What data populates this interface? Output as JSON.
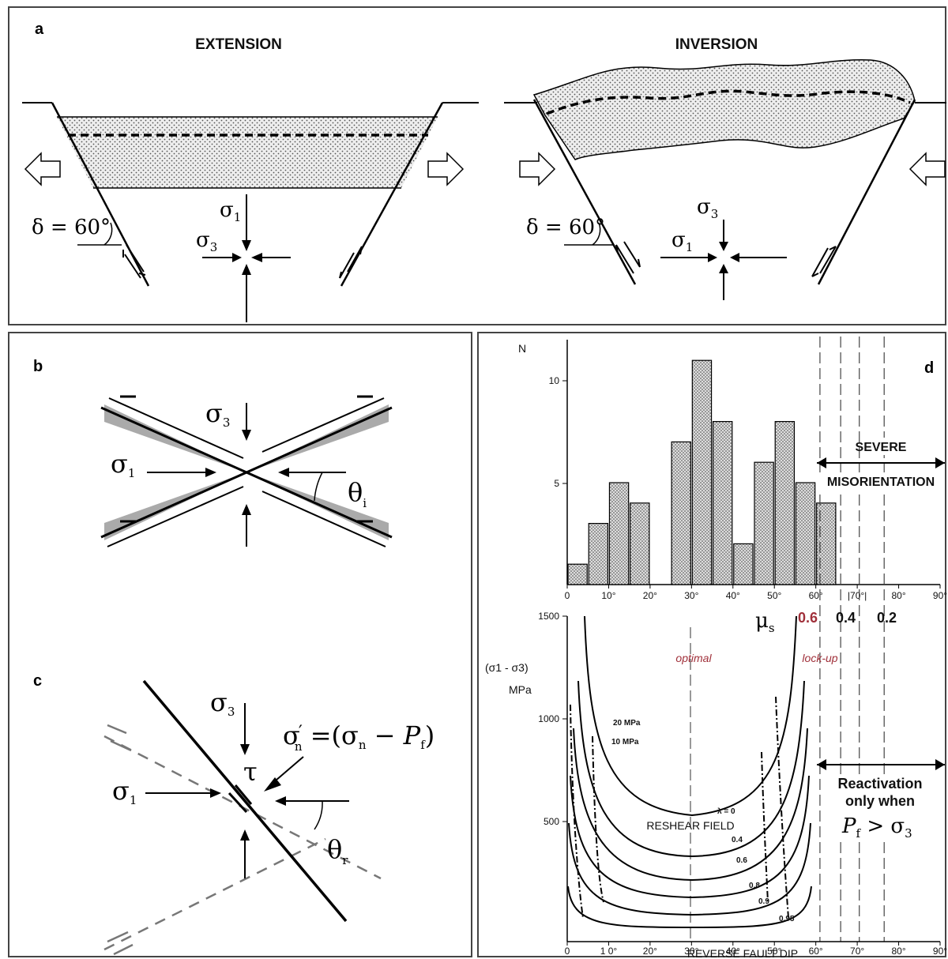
{
  "panel_a": {
    "label": "a",
    "extension_title": "EXTENSION",
    "inversion_title": "INVERSION",
    "dip_label": "δ = 60°",
    "sigma1": "σ",
    "sub1": "1",
    "sub3": "3"
  },
  "panel_b": {
    "label": "b",
    "sigma": "σ",
    "sub1": "1",
    "sub3": "3",
    "theta": "θ",
    "theta_sub": "i"
  },
  "panel_c": {
    "label": "c",
    "sigma": "σ",
    "sub1": "1",
    "sub3": "3",
    "tau": "τ",
    "eq_left": "σ",
    "eq_prime": "′",
    "eq_sub_n": "n",
    "eq_mid": " =(σ",
    "eq_minus": " − ",
    "eq_P": "P",
    "eq_sub_f": "f",
    "eq_close": ")",
    "theta": "θ",
    "theta_sub": "r"
  },
  "panel_d": {
    "label": "d",
    "hist_ylabel": "N",
    "hist_yticks": [
      "5",
      "10"
    ],
    "severe_label_1": "SEVERE",
    "severe_label_2": "MISORIENTATION",
    "mu_symbol": "μ",
    "mu_sub": "s",
    "mu_values": [
      "0.6",
      "0.4",
      "0.2"
    ],
    "xticks_top": [
      "0",
      "10°",
      "20°",
      "30°",
      "40°",
      "50°",
      "60°",
      "|70°|",
      "80°",
      "90°"
    ],
    "xticks_bottom": [
      "0",
      "1 0°",
      "20°",
      "30°",
      "40°",
      "50°",
      "60°",
      "70°",
      "80°",
      "90°"
    ],
    "curve_ylabel": "(σ1 - σ3)",
    "curve_yunit": "MPa",
    "curve_yticks": [
      "500",
      "1000",
      "1500"
    ],
    "optimal_label": "optimal",
    "lockup_label": "lock-up",
    "mpa20": "20 MPa",
    "mpa10": "10 MPa",
    "lambda_label": "λ = 0",
    "reshear_label": "RESHEAR FIELD",
    "lambda_values": [
      "0.4",
      "0.6",
      "0.8",
      "0.9",
      "0.95"
    ],
    "react_1": "Reactivation",
    "react_2": "only when",
    "react_P": "P",
    "react_f": "f",
    "react_gt": " > σ",
    "react_3": "3",
    "xlabel": "REVERSE FAULT DIP",
    "colors": {
      "accent": "#a0303a"
    }
  },
  "chart_data": {
    "type": "bar",
    "title": "",
    "ylabel": "N",
    "xlabel": "REVERSE FAULT DIP",
    "bin_width_deg": 5,
    "x": [
      0,
      5,
      10,
      15,
      25,
      30,
      35,
      40,
      45,
      50,
      55,
      60
    ],
    "values": [
      1,
      3,
      5,
      4,
      7,
      11,
      8,
      2,
      6,
      8,
      5,
      4
    ],
    "xlim": [
      0,
      90
    ],
    "ylim": [
      0,
      12
    ]
  }
}
